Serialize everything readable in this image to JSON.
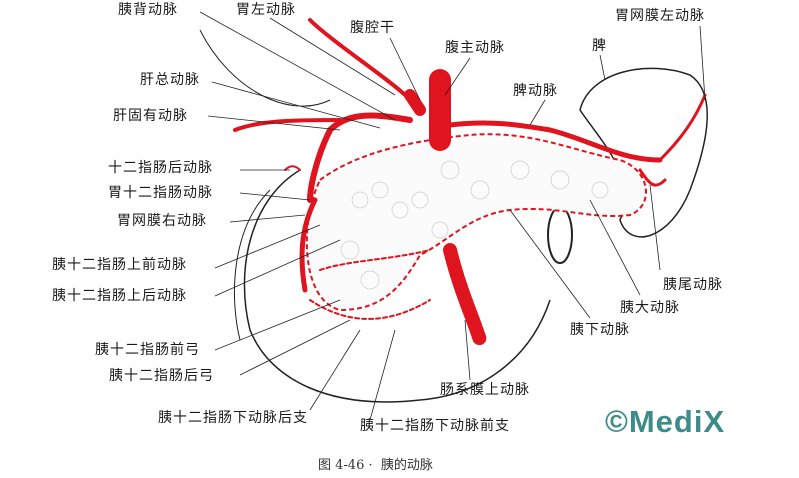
{
  "labels": {
    "dorsal_pancreatic": "胰背动脉",
    "left_gastric": "胃左动脉",
    "celiac_trunk": "腹腔干",
    "abdominal_aorta": "腹主动脉",
    "spleen": "脾",
    "left_gastroepiploic": "胃网膜左动脉",
    "common_hepatic": "肝总动脉",
    "splenic": "脾动脉",
    "proper_hepatic": "肝固有动脉",
    "retroduodenal": "十二指肠后动脉",
    "gastroduodenal": "胃十二指肠动脉",
    "right_gastroepiploic": "胃网膜右动脉",
    "ant_sup_pd": "胰十二指肠上前动脉",
    "post_sup_pd": "胰十二指肠上后动脉",
    "tail_pancreatic": "胰尾动脉",
    "great_pancreatic": "胰大动脉",
    "inferior_pancreatic": "胰下动脉",
    "ant_pd_arch": "胰十二指肠前弓",
    "post_pd_arch": "胰十二指肠后弓",
    "superior_mesenteric": "肠系膜上动脉",
    "inf_pd_post_branch": "胰十二指肠下动脉后支",
    "inf_pd_ant_branch": "胰十二指肠下动脉前支"
  },
  "caption": {
    "figure": "图 4-46",
    "title": "胰的动脉"
  },
  "watermark": "©MediX",
  "colors": {
    "artery": "#e0141e",
    "watermark": "#3d8c89",
    "outline": "#222222"
  }
}
